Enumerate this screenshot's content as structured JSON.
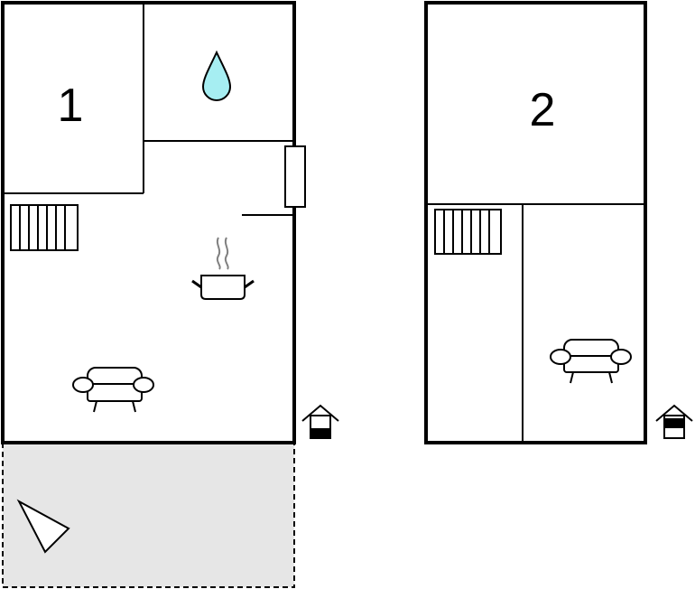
{
  "floors": [
    {
      "label": "ground-floor",
      "rooms": [
        {
          "name": "bedroom-1",
          "number": "1"
        },
        {
          "name": "bathroom",
          "icon": "water-drop-icon"
        },
        {
          "name": "living-kitchen",
          "icons": [
            "stairs-icon",
            "cooking-pot-icon",
            "sofa-icon"
          ]
        }
      ],
      "terrace": {
        "icon": "compass-north-arrow-icon",
        "fill": "#e6e6e6"
      },
      "marker_icon": "floor-level-ground-icon"
    },
    {
      "label": "upper-floor",
      "rooms": [
        {
          "name": "bedroom-2",
          "number": "2"
        },
        {
          "name": "stair-landing",
          "icons": [
            "stairs-icon"
          ]
        },
        {
          "name": "loft-lounge",
          "icons": [
            "sofa-icon"
          ]
        }
      ],
      "marker_icon": "floor-level-upper-icon"
    }
  ],
  "colors": {
    "wall": "#000000",
    "water": "#a6eef2",
    "steam": "#808080",
    "terrace": "#e6e6e6"
  }
}
